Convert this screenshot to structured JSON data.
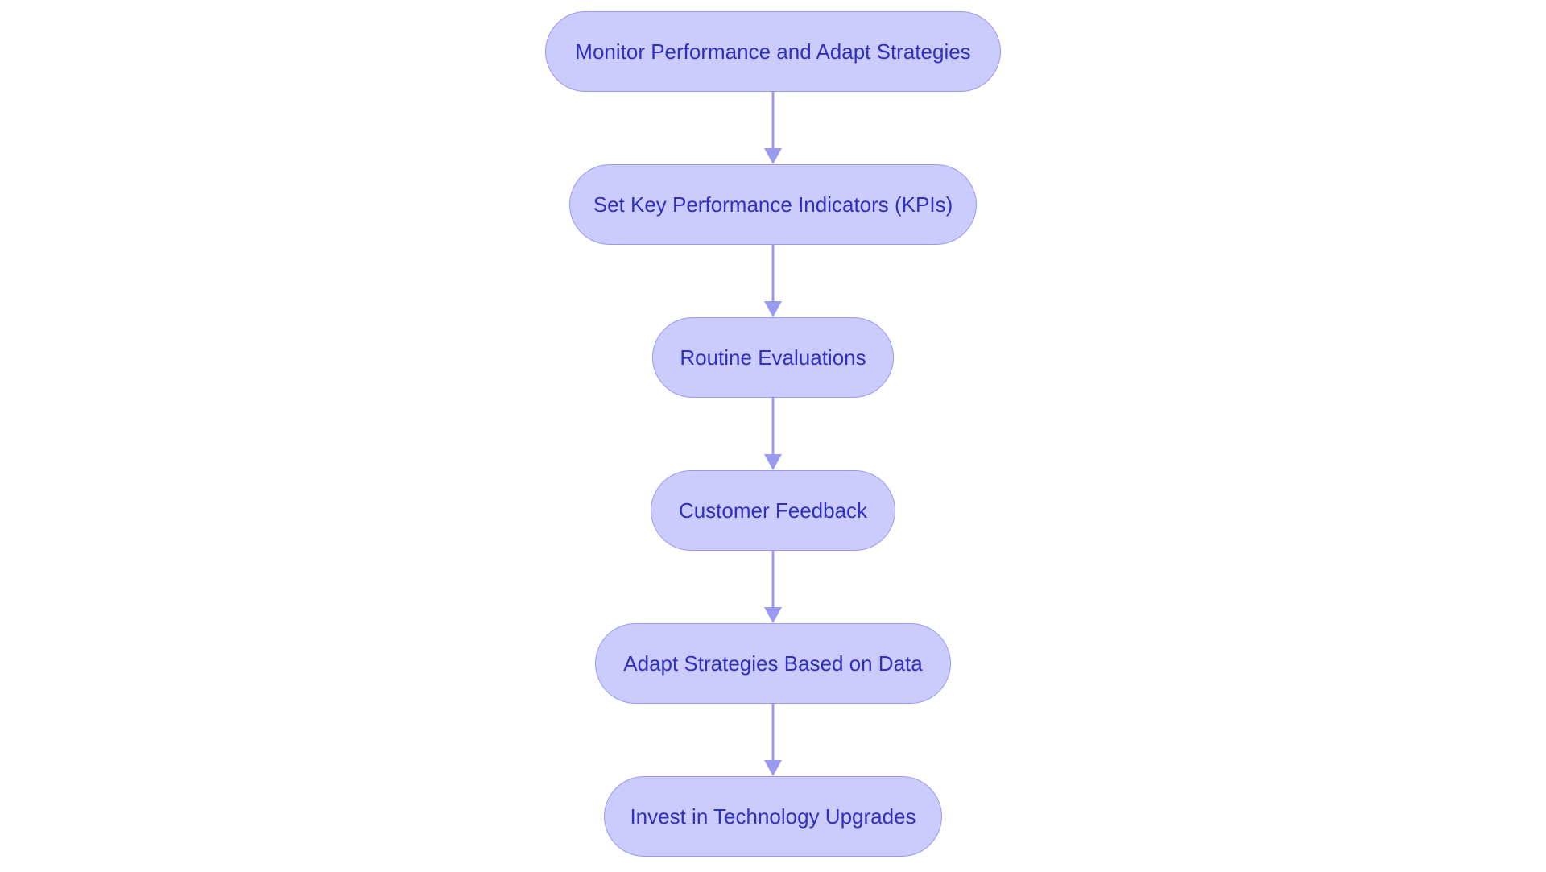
{
  "colors": {
    "node_fill": "#cbcbfd",
    "node_border": "#9a9af0",
    "node_text": "#3030bf",
    "edge": "#9a9af0"
  },
  "nodes": [
    {
      "id": "monitor",
      "label": "Monitor Performance and Adapt Strategies"
    },
    {
      "id": "kpis",
      "label": "Set Key Performance Indicators (KPIs)"
    },
    {
      "id": "evaluations",
      "label": "Routine Evaluations"
    },
    {
      "id": "feedback",
      "label": "Customer Feedback"
    },
    {
      "id": "adapt",
      "label": "Adapt Strategies Based on Data"
    },
    {
      "id": "invest",
      "label": "Invest in Technology Upgrades"
    }
  ],
  "edges": [
    {
      "from": "monitor",
      "to": "kpis"
    },
    {
      "from": "kpis",
      "to": "evaluations"
    },
    {
      "from": "evaluations",
      "to": "feedback"
    },
    {
      "from": "feedback",
      "to": "adapt"
    },
    {
      "from": "adapt",
      "to": "invest"
    }
  ]
}
